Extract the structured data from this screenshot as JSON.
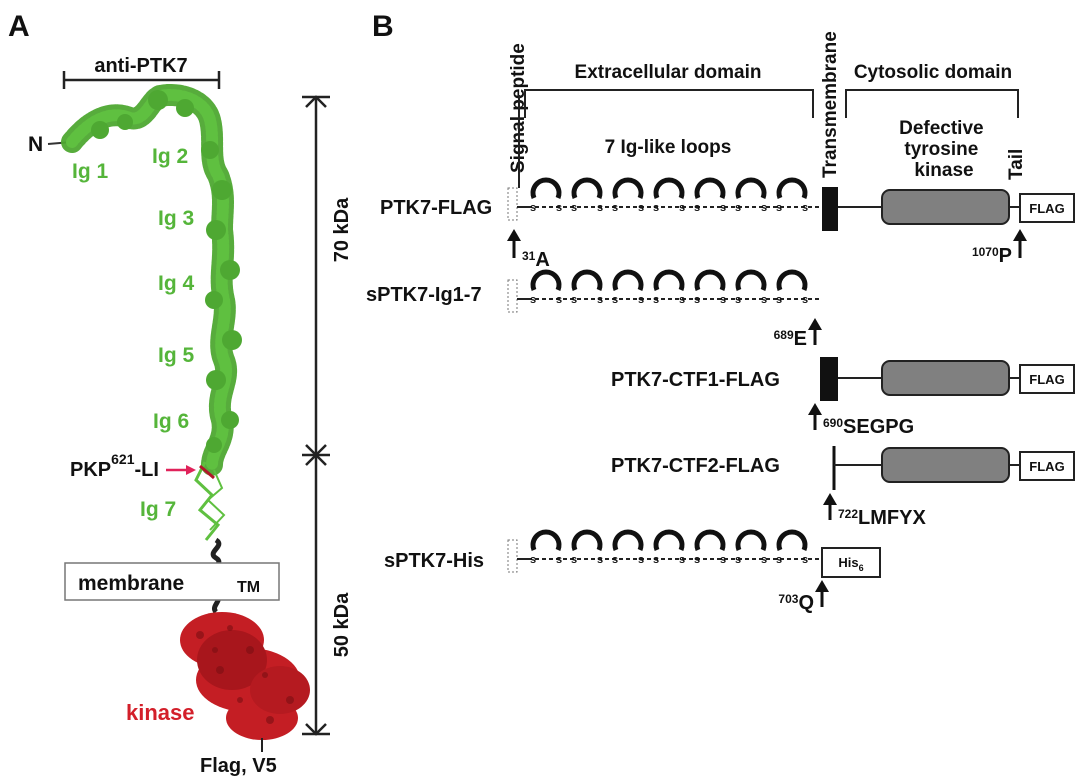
{
  "panel_a": {
    "label": "A",
    "antibody": "anti-PTK7",
    "n_term": "N",
    "ig1": "Ig 1",
    "ig2": "Ig 2",
    "ig3": "Ig 3",
    "ig4": "Ig 4",
    "ig5": "Ig 5",
    "ig6": "Ig 6",
    "ig7": "Ig 7",
    "pkp_left": "PKP",
    "pkp_sup": "621",
    "pkp_right": "-LI",
    "membrane": "membrane",
    "tm": "TM",
    "kinase": "kinase",
    "c_term": "Flag, V5",
    "size_top": "70 kDa",
    "size_bottom": "50 kDa",
    "colors": {
      "ig_domain": "#55b53a",
      "kinase_domain": "#c41e24",
      "pointer_arrow": "#e0225a"
    }
  },
  "panel_b": {
    "label": "B",
    "signal_peptide": "Signal peptide",
    "extracellular": "Extracellular domain",
    "transmembrane": "Transmembrane",
    "cytosolic": "Cytosolic domain",
    "ig_loops": "7 Ig-like loops",
    "kinase_l1": "Defective",
    "kinase_l2": "tyrosine",
    "kinase_l3": "kinase",
    "tail": "Tail",
    "disulfide": "s",
    "constructs": {
      "ptk7_flag": {
        "name": "PTK7-FLAG",
        "tag": "FLAG",
        "start_sup": "31",
        "start_res": "A",
        "end_sup": "1070",
        "end_res": "P"
      },
      "sptk7_ig": {
        "name": "sPTK7-Ig1-7",
        "end_sup": "689",
        "end_res": "E"
      },
      "ctf1": {
        "name": "PTK7-CTF1-FLAG",
        "tag": "FLAG",
        "start_sup": "690",
        "start_res": "SEGPG"
      },
      "ctf2": {
        "name": "PTK7-CTF2-FLAG",
        "tag": "FLAG",
        "start_sup": "722",
        "start_res": "LMFYX"
      },
      "sptk7_his": {
        "name": "sPTK7-His",
        "tag": "His",
        "tag_sub": "6",
        "end_sup": "703",
        "end_res": "Q"
      }
    }
  }
}
